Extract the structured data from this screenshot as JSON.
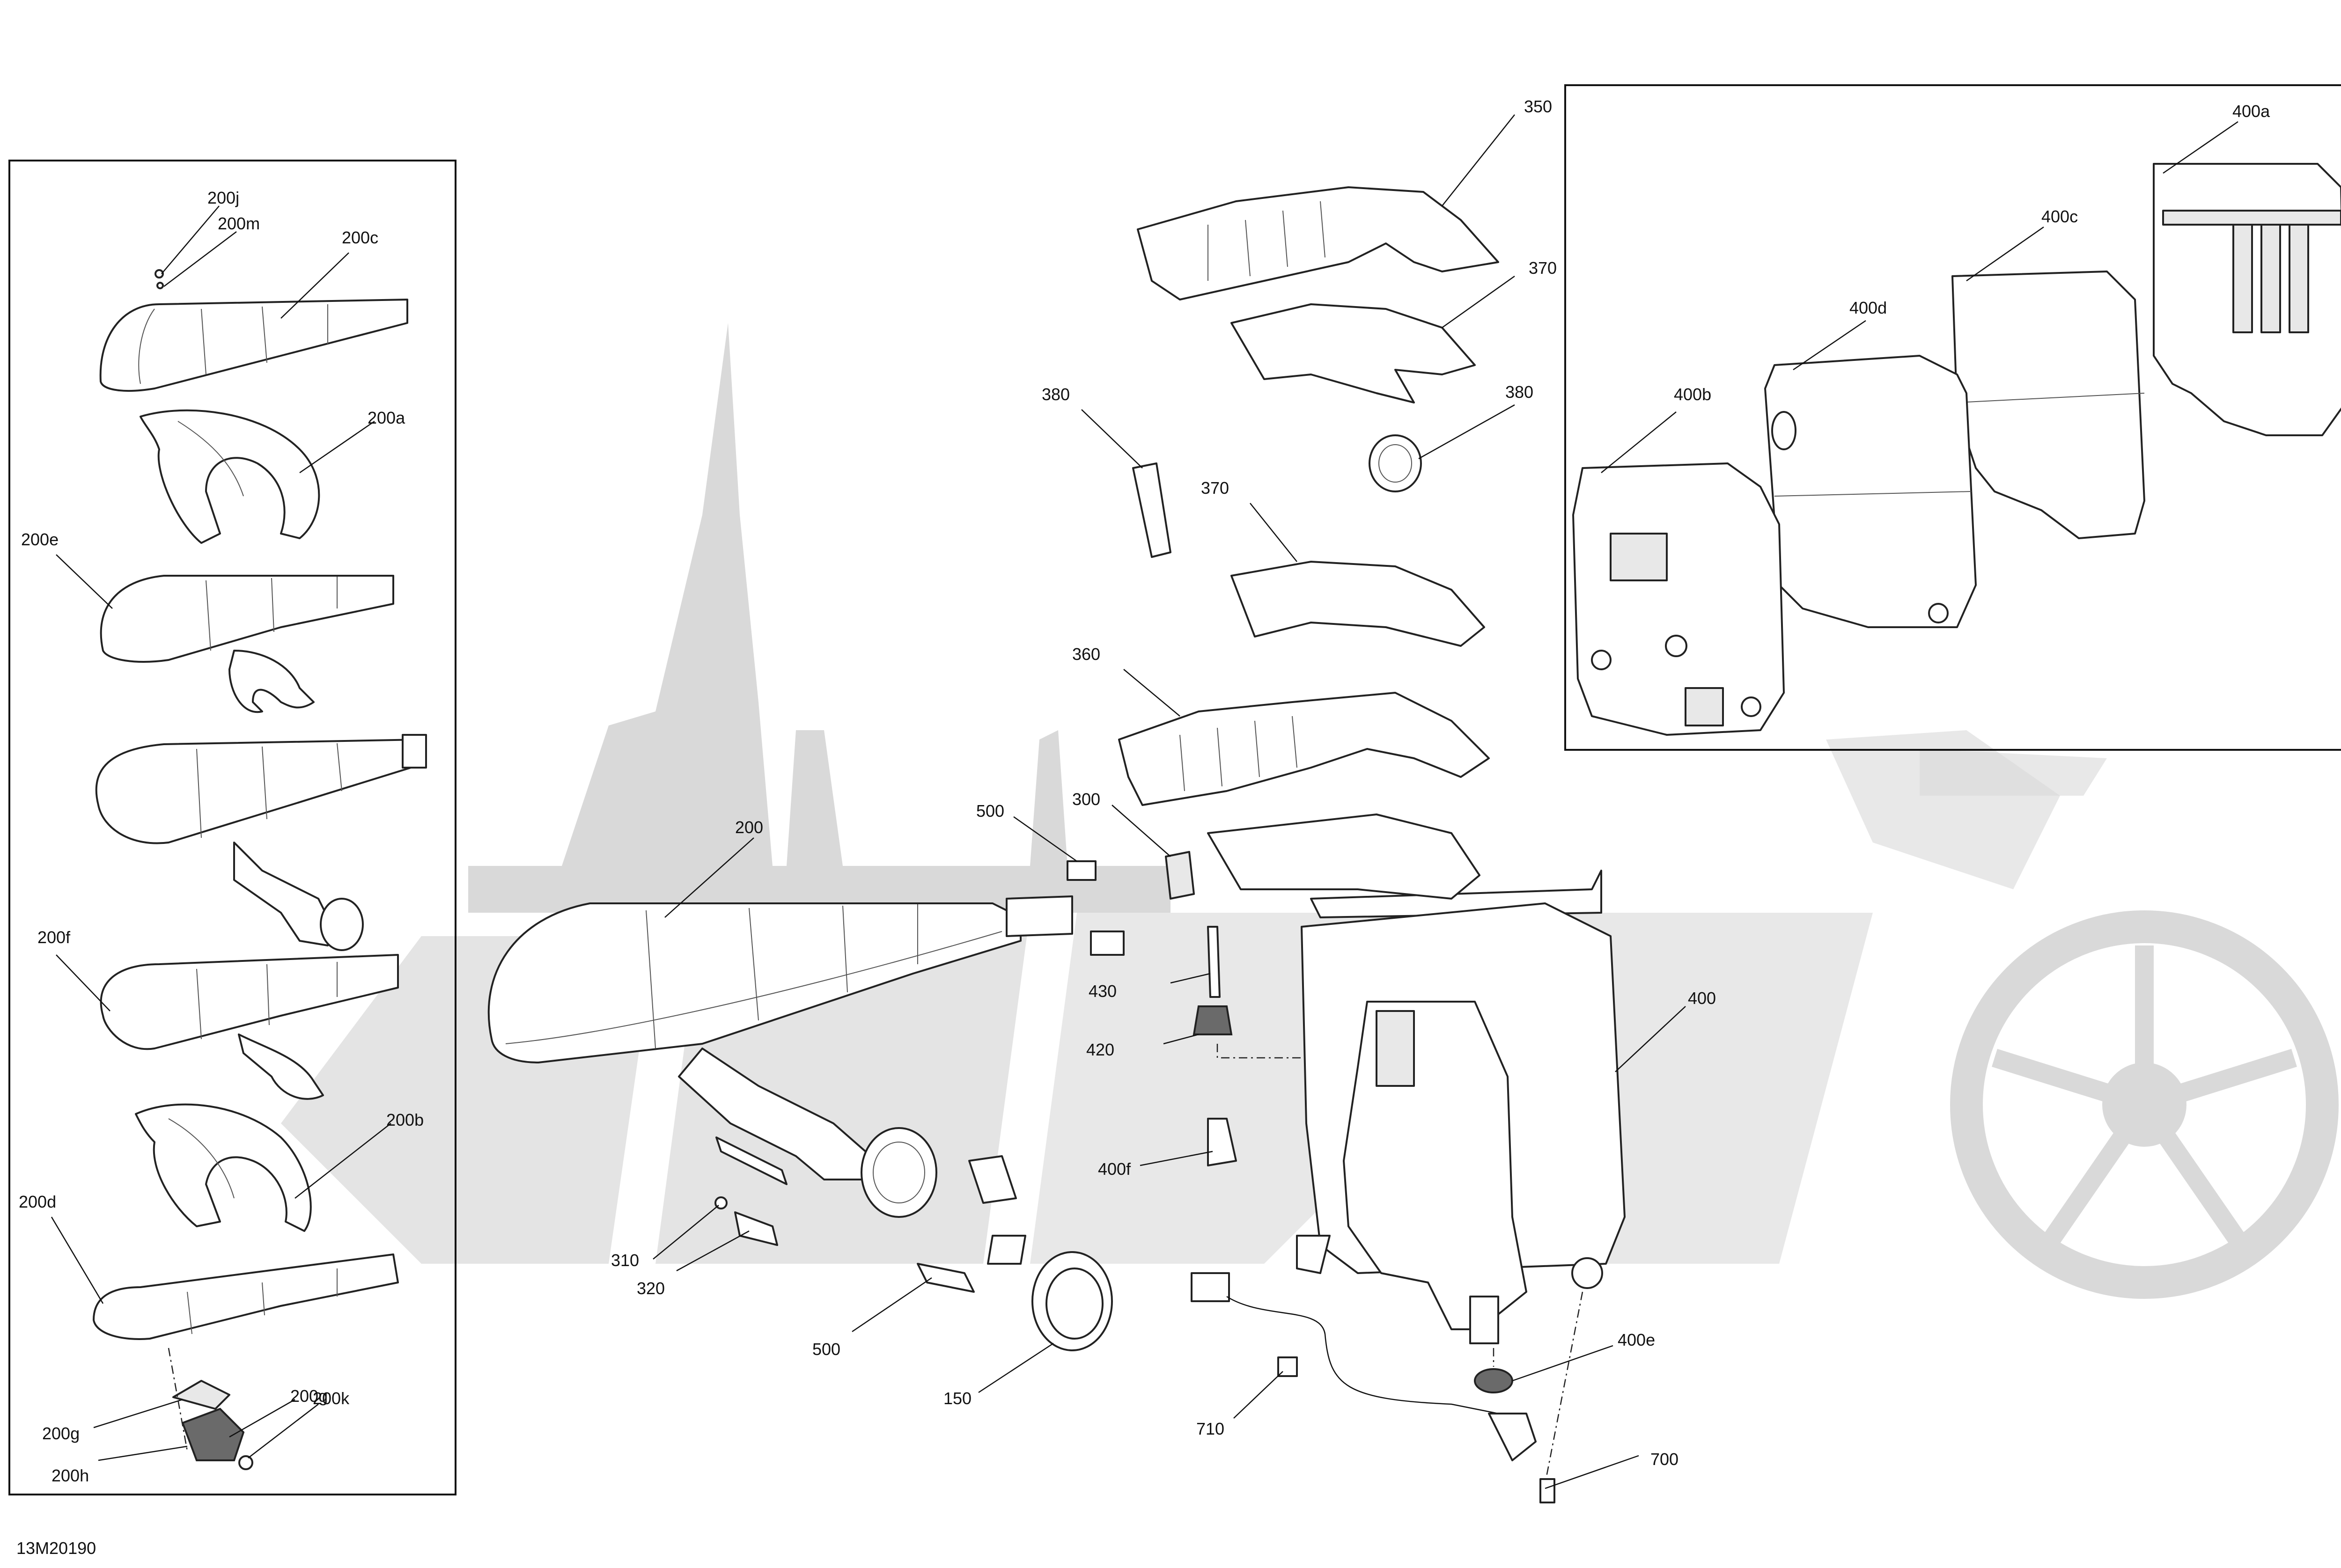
{
  "drawing_number": "13M20190",
  "callouts": {
    "c200j": "200j",
    "c200m": "200m",
    "c200c": "200c",
    "c200a": "200a",
    "c200e": "200e",
    "c200f": "200f",
    "c200b": "200b",
    "c200d": "200d",
    "c200g_top": "200g",
    "c200g_left": "200g",
    "c200k": "200k",
    "c200h": "200h",
    "c200": "200",
    "c310": "310",
    "c320": "320",
    "c500_top": "500",
    "c500_bottom": "500",
    "c150": "150",
    "c300": "300",
    "c350": "350",
    "c370_top": "370",
    "c370_mid": "370",
    "c380_left": "380",
    "c380_right": "380",
    "c360": "360",
    "c430": "430",
    "c420": "420",
    "c400f": "400f",
    "c400": "400",
    "c400e": "400e",
    "c710": "710",
    "c700": "700",
    "c400a": "400a",
    "c400b": "400b",
    "c400c": "400c",
    "c400d": "400d"
  },
  "colors": {
    "line": "#222222",
    "watermark": "#d9d9d9",
    "background": "#ffffff"
  }
}
